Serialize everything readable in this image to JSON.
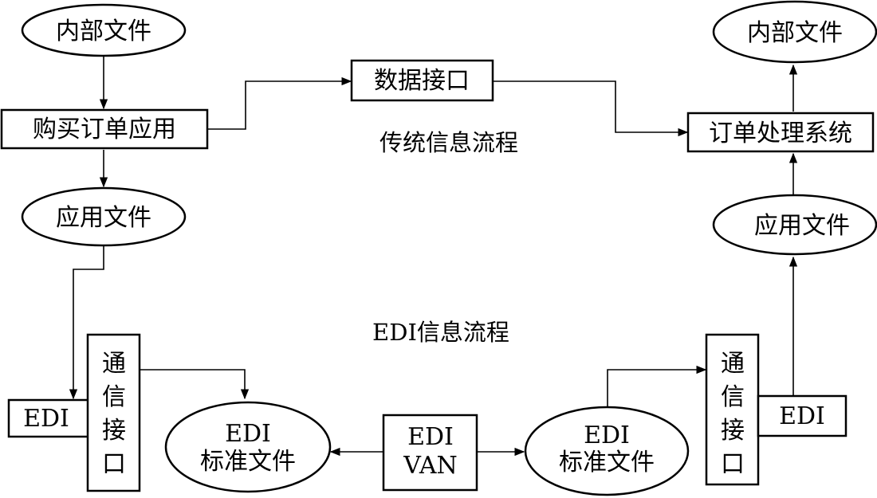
{
  "nodes": {
    "internal_file_left": "内部文件",
    "purchase_order_app": "购买订单应用",
    "app_file_left": "应用文件",
    "comm_interface_left": [
      "通",
      "信",
      "接",
      "口"
    ],
    "edi_left": "EDI",
    "edi_std_file_left": [
      "EDI",
      "标准文件"
    ],
    "edi_van": [
      "EDI",
      "VAN"
    ],
    "edi_std_file_right": [
      "EDI",
      "标准文件"
    ],
    "comm_interface_right": [
      "通",
      "信",
      "接",
      "口"
    ],
    "edi_right": "EDI",
    "app_file_right": "应用文件",
    "order_processing": "订单处理系统",
    "internal_file_right": "内部文件",
    "data_interface": "数据接口"
  },
  "captions": {
    "traditional_flow": "传统信息流程",
    "edi_flow": "EDI信息流程"
  },
  "colors": {
    "stroke": "#000000",
    "background": "#ffffff"
  }
}
